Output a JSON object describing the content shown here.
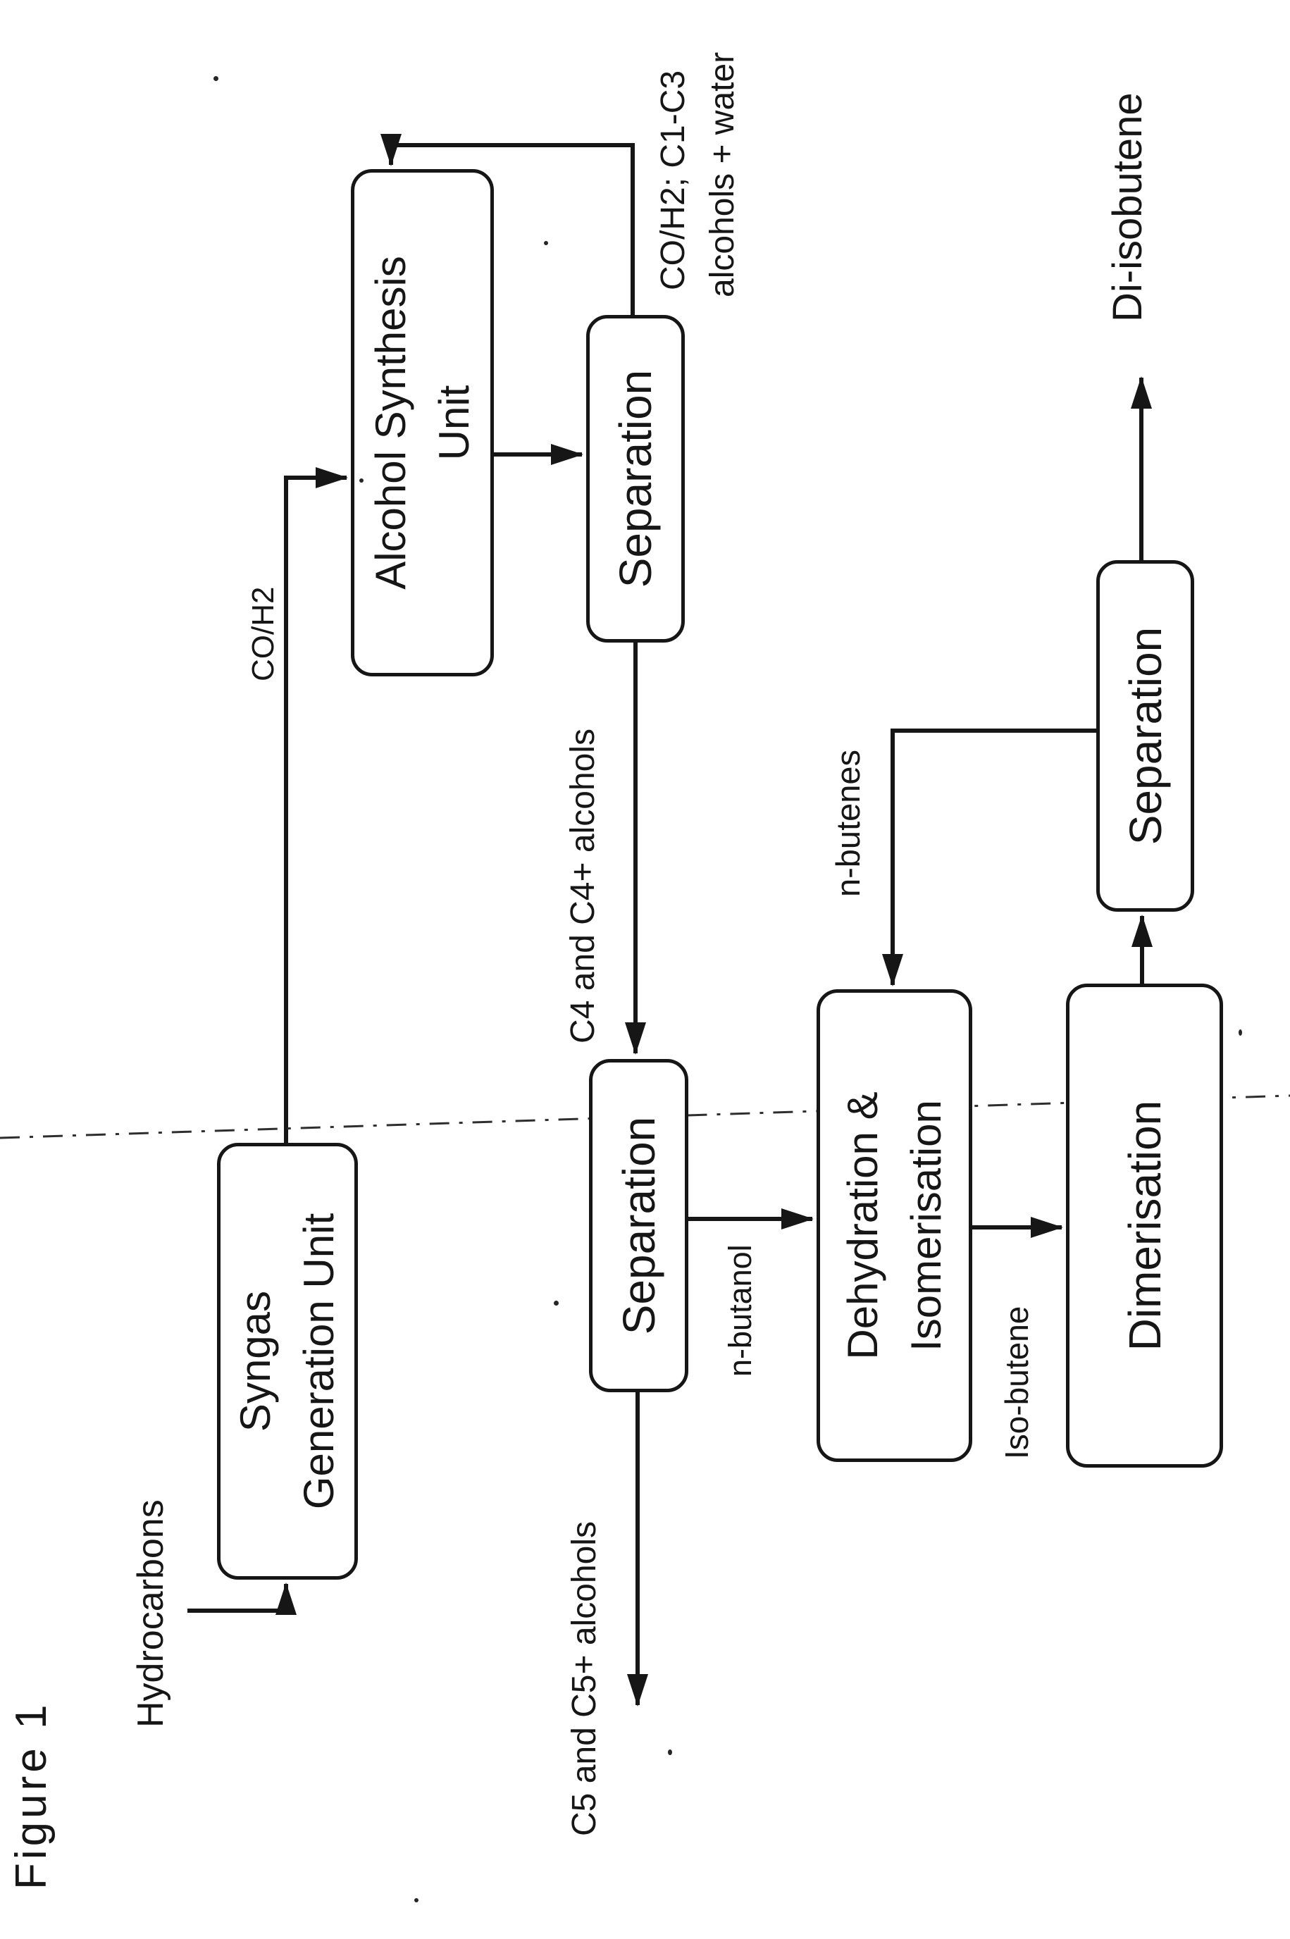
{
  "figure_title": "Figure 1",
  "boxes": {
    "syngas": {
      "line1": "Syngas",
      "line2": "Generation Unit"
    },
    "alcohol": {
      "line1": "Alcohol Synthesis",
      "line2": "Unit"
    },
    "separation_top": {
      "label": "Separation"
    },
    "separation_mid": {
      "label": "Separation"
    },
    "separation_right": {
      "label": "Separation"
    },
    "dehydration": {
      "line1": "Dehydration &",
      "line2": "Isomerisation"
    },
    "dimerisation": {
      "label": "Dimerisation"
    }
  },
  "labels": {
    "hydrocarbons": "Hydrocarbons",
    "co_h2": "CO/H2",
    "recycle_line1": "CO/H2; C1-C3",
    "recycle_line2": "alcohols + water",
    "c4_stream": "C4 and C4+ alcohols",
    "c5_stream": "C5 and C5+ alcohols",
    "n_butanol": "n-butanol",
    "n_butenes": "n-butenes",
    "iso_butene": "Iso-butene",
    "di_isobutene": "Di-isobutene"
  },
  "colors": {
    "ink": "#161616",
    "paper": "#ffffff"
  }
}
